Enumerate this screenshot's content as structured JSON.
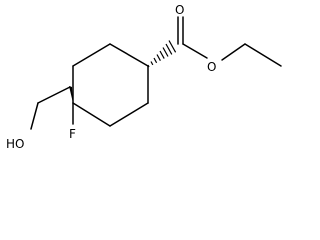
{
  "molecule": {
    "atoms": {
      "carbonyl_oxygen": "O",
      "ester_oxygen": "O",
      "hydroxyl": "HO",
      "fluorine": "F"
    }
  }
}
